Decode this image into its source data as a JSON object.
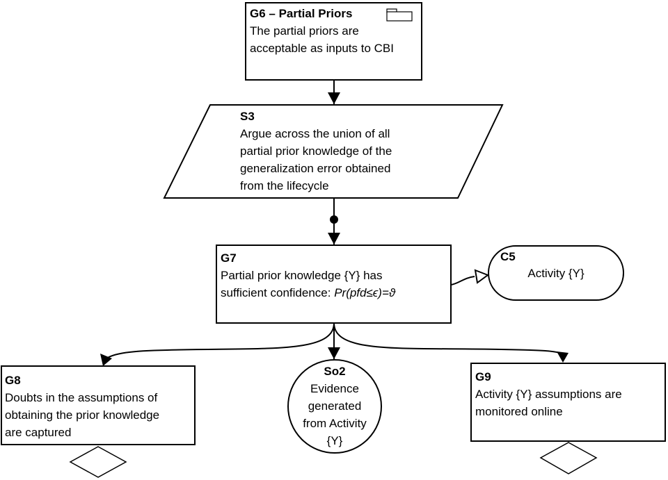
{
  "g6": {
    "id": "G6 – Partial Priors",
    "text": "The partial priors are\nacceptable as inputs to CBI"
  },
  "s3": {
    "id": "S3",
    "text": "Argue across the union of all\npartial prior knowledge of the\ngeneralization error obtained\nfrom the lifecycle"
  },
  "g7": {
    "id": "G7",
    "text_line1": "Partial prior knowledge {Y} has",
    "text_line2_plain": "sufficient confidence: ",
    "text_line2_italic": "Pr(pfd≤ϵ)=ϑ"
  },
  "c5": {
    "id": "C5",
    "text": "Activity {Y}"
  },
  "g8": {
    "id": "G8",
    "text": "Doubts in the assumptions of\nobtaining the prior knowledge\nare captured"
  },
  "so2": {
    "id": "So2",
    "text": "Evidence\ngenerated\nfrom Activity\n{Y}"
  },
  "g9": {
    "id": "G9",
    "text": "Activity {Y} assumptions are\nmonitored online"
  },
  "colors": {
    "stroke": "#000000",
    "fill": "#ffffff"
  }
}
